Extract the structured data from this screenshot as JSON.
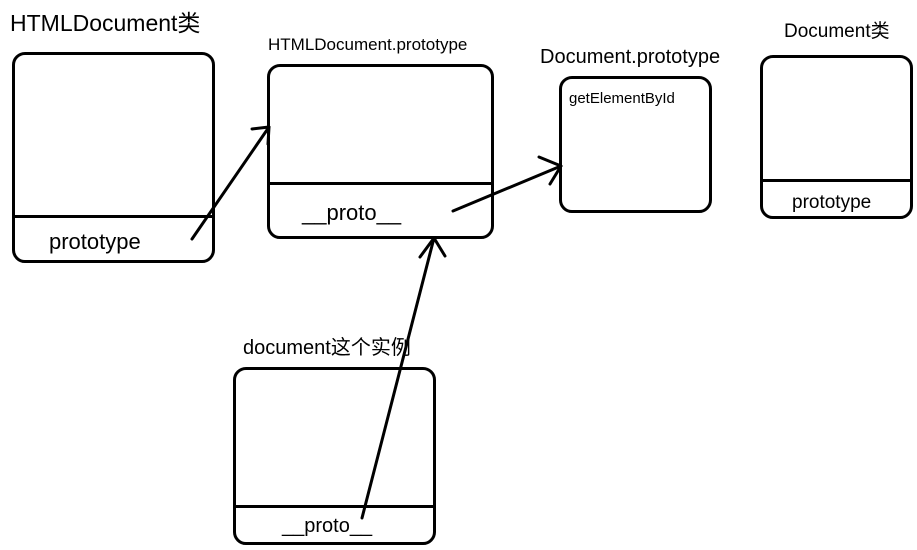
{
  "nodes": {
    "htmldocument_class": {
      "title": "HTMLDocument类",
      "field": "prototype"
    },
    "htmldocument_prototype": {
      "title": "HTMLDocument.prototype",
      "field": "__proto__"
    },
    "document_prototype": {
      "title": "Document.prototype",
      "method": "getElementById"
    },
    "document_class": {
      "title": "Document类",
      "field": "prototype"
    },
    "document_instance": {
      "title": "document这个实例",
      "field": "__proto__"
    }
  },
  "edges": [
    {
      "from": "htmldocument_class.prototype",
      "to": "htmldocument_prototype"
    },
    {
      "from": "htmldocument_prototype.__proto__",
      "to": "document_prototype"
    },
    {
      "from": "document_instance.__proto__",
      "to": "htmldocument_prototype.__proto__"
    }
  ]
}
